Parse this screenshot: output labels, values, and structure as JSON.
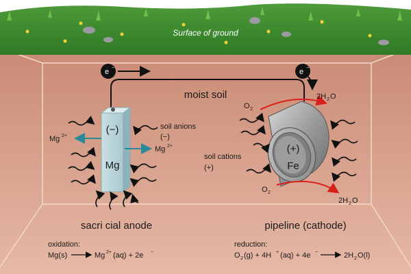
{
  "surface_label": "Surface of ground",
  "soil_label": "moist soil",
  "electron": "e",
  "electron_sup": "−",
  "anode": {
    "metal": "Mg",
    "charge": "(−)",
    "caption": "sacri  cial anode",
    "ion": "Mg",
    "ion_sup": "2+"
  },
  "cathode": {
    "metal": "Fe",
    "charge": "(+)",
    "caption": "pipeline (cathode)",
    "oxygen": "O",
    "oxygen_sub": "2",
    "water_coef": "2H",
    "water_sub": "2",
    "water_tail": "O"
  },
  "soil_anions": {
    "label": "soil anions",
    "charge": "(−)"
  },
  "soil_cations": {
    "label": "soil cations",
    "charge": "(+)"
  },
  "oxidation": {
    "title": "oxidation:",
    "lhs": "Mg(s)",
    "rhs_a": "Mg",
    "rhs_sup": "2+",
    "rhs_b": "(aq) + 2e",
    "rhs_sup2": "−"
  },
  "reduction": {
    "title": "reduction:",
    "p1": "O",
    "p1_sub": "2",
    "p2": "(g) + 4H",
    "p2_sup": "+",
    "p3": "(aq) + 4e",
    "p3_sup": "−",
    "rhs_a": "2H",
    "rhs_sub": "2",
    "rhs_b": "O(l)"
  }
}
